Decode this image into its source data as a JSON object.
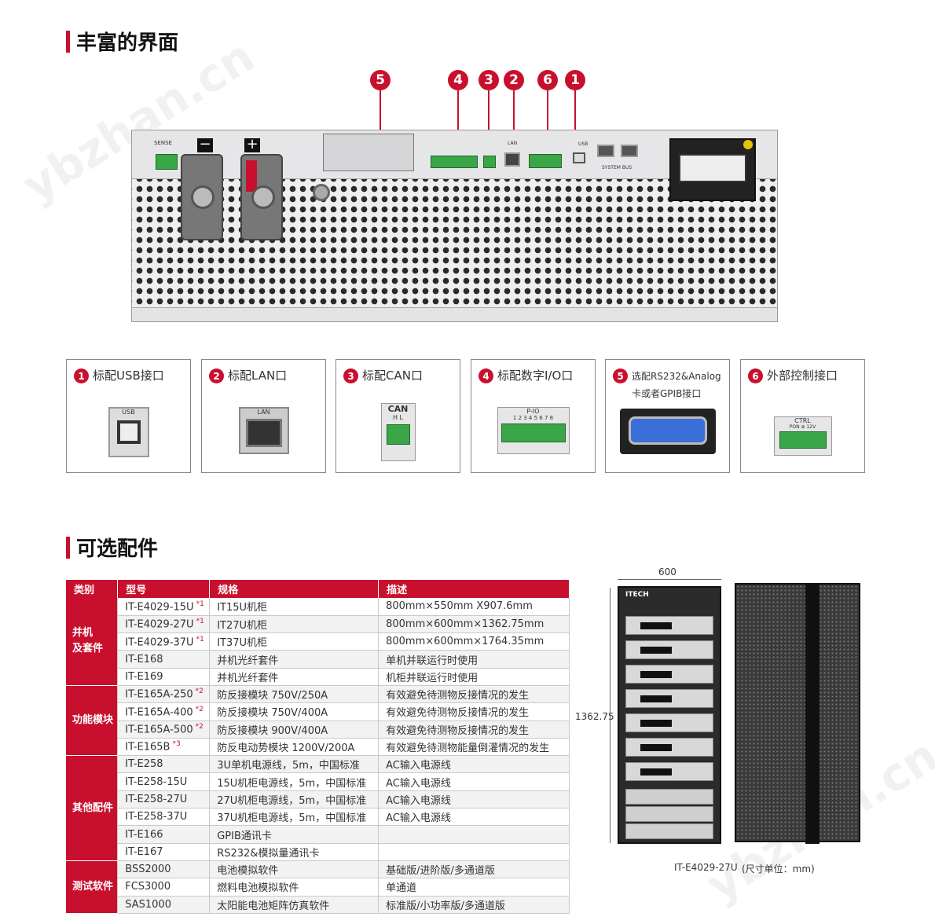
{
  "section1_title": "丰富的界面",
  "section2_title": "可选配件",
  "watermark": "ybzhan.cn",
  "panel": {
    "markers": [
      "5",
      "4",
      "3",
      "2",
      "6",
      "1"
    ],
    "labels": {
      "sense": "SENSE",
      "minus": "−",
      "plus": "+",
      "lan": "LAN",
      "usb": "USB",
      "system_bus": "SYSTEM BUS"
    }
  },
  "features": [
    {
      "num": "1",
      "title": "标配USB接口",
      "icon_label": "USB"
    },
    {
      "num": "2",
      "title": "标配LAN口",
      "icon_label": "LAN"
    },
    {
      "num": "3",
      "title": "标配CAN口",
      "icon_label": "CAN",
      "icon_sub": "H L"
    },
    {
      "num": "4",
      "title": "标配数字I/O口",
      "icon_label": "P-IO",
      "icon_sub": "1 2 3 4 5 6 7 8"
    },
    {
      "num": "5",
      "title": "选配RS232&Analog卡或者GPIB接口",
      "icon_label": ""
    },
    {
      "num": "6",
      "title": "外部控制接口",
      "icon_label": "CTRL",
      "icon_sub": "PON ⊕ 12V"
    }
  ],
  "table": {
    "headers": [
      "类别",
      "型号",
      "规格",
      "描述"
    ],
    "groups": [
      {
        "category": "并机\n及套件",
        "rows": [
          {
            "model": "IT-E4029-15U",
            "note": "*1",
            "spec": "IT15U机柜",
            "desc": "800mm×550mm X907.6mm"
          },
          {
            "model": "IT-E4029-27U",
            "note": "*1",
            "spec": "IT27U机柜",
            "desc": "800mm×600mm×1362.75mm"
          },
          {
            "model": "IT-E4029-37U",
            "note": "*1",
            "spec": "IT37U机柜",
            "desc": "800mm×600mm×1764.35mm"
          },
          {
            "model": "IT-E168",
            "note": "",
            "spec": "并机光纤套件",
            "desc": "单机并联运行时使用"
          },
          {
            "model": "IT-E169",
            "note": "",
            "spec": "并机光纤套件",
            "desc": "机柜并联运行时使用"
          }
        ]
      },
      {
        "category": "功能模块",
        "rows": [
          {
            "model": "IT-E165A-250",
            "note": "*2",
            "spec": "防反接模块 750V/250A",
            "desc": "有效避免待测物反接情况的发生"
          },
          {
            "model": "IT-E165A-400",
            "note": "*2",
            "spec": "防反接模块 750V/400A",
            "desc": "有效避免待测物反接情况的发生"
          },
          {
            "model": "IT-E165A-500",
            "note": "*2",
            "spec": "防反接模块 900V/400A",
            "desc": "有效避免待测物反接情况的发生"
          },
          {
            "model": "IT-E165B",
            "note": "*3",
            "spec": "防反电动势模块 1200V/200A",
            "desc": "有效避免待测物能量倒灌情况的发生"
          }
        ]
      },
      {
        "category": "其他配件",
        "rows": [
          {
            "model": "IT-E258",
            "note": "",
            "spec": "3U单机电源线，5m，中国标准",
            "desc": "AC输入电源线"
          },
          {
            "model": "IT-E258-15U",
            "note": "",
            "spec": "15U机柜电源线，5m，中国标准",
            "desc": "AC输入电源线"
          },
          {
            "model": "IT-E258-27U",
            "note": "",
            "spec": "27U机柜电源线，5m，中国标准",
            "desc": "AC输入电源线"
          },
          {
            "model": "IT-E258-37U",
            "note": "",
            "spec": "37U机柜电源线，5m，中国标准",
            "desc": "AC输入电源线"
          },
          {
            "model": "IT-E166",
            "note": "",
            "spec": "GPIB通讯卡",
            "desc": ""
          },
          {
            "model": "IT-E167",
            "note": "",
            "spec": "RS232&模拟量通讯卡",
            "desc": ""
          }
        ]
      },
      {
        "category": "测试软件",
        "rows": [
          {
            "model": "BSS2000",
            "note": "",
            "spec": "电池模拟软件",
            "desc": "基础版/进阶版/多通道版"
          },
          {
            "model": "FCS3000",
            "note": "",
            "spec": "燃料电池模拟软件",
            "desc": "单通道"
          },
          {
            "model": "SAS1000",
            "note": "",
            "spec": "太阳能电池矩阵仿真软件",
            "desc": "标准版/小功率版/多通道版"
          }
        ]
      }
    ]
  },
  "rack": {
    "width_label": "600",
    "height_label": "1362.75",
    "model_label": "IT-E4029-27U",
    "unit_label": "(尺寸单位：mm)",
    "brand": "ITECH"
  }
}
